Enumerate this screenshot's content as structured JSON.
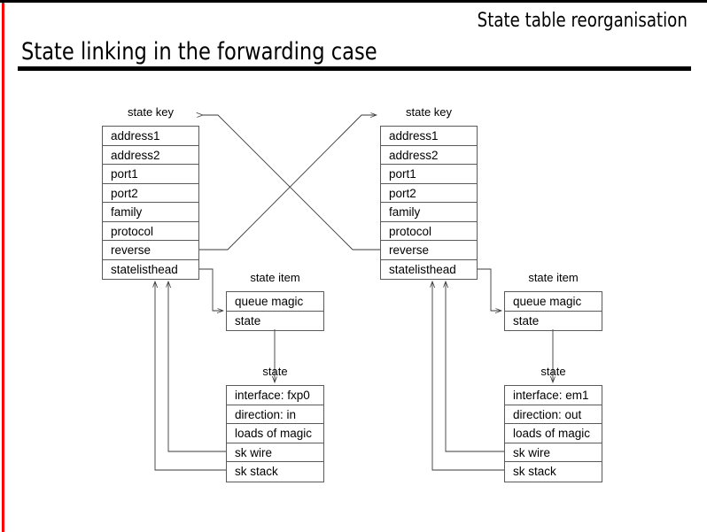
{
  "slide": {
    "subtitle": "State table reorganisation",
    "title": "State linking in the forwarding case",
    "accent_color": "#ff0000",
    "line_color": "#5a5a5a",
    "text_color": "#000000",
    "background": "#ffffff"
  },
  "diagram": {
    "type": "block-diagram",
    "caption_state_key": "state key",
    "caption_state_item": "state item",
    "caption_state": "state",
    "state_key_fields": [
      "address1",
      "address2",
      "port1",
      "port2",
      "family",
      "protocol",
      "reverse",
      "statelisthead"
    ],
    "state_item_fields": [
      "queue magic",
      "state"
    ],
    "left": {
      "state_key_caption": "state key",
      "state_key_fields": [
        "address1",
        "address2",
        "port1",
        "port2",
        "family",
        "protocol",
        "reverse",
        "statelisthead"
      ],
      "state_item_caption": "state item",
      "state_item_fields": [
        "queue magic",
        "state"
      ],
      "state_caption": "state",
      "state_fields": [
        "interface: fxp0",
        "direction: in",
        "loads of magic",
        "sk wire",
        "sk stack"
      ]
    },
    "right": {
      "state_key_caption": "state key",
      "state_key_fields": [
        "address1",
        "address2",
        "port1",
        "port2",
        "family",
        "protocol",
        "reverse",
        "statelisthead"
      ],
      "state_item_caption": "state item",
      "state_item_fields": [
        "queue magic",
        "state"
      ],
      "state_caption": "state",
      "state_fields": [
        "interface: em1",
        "direction: out",
        "loads of magic",
        "sk wire",
        "sk stack"
      ]
    }
  }
}
